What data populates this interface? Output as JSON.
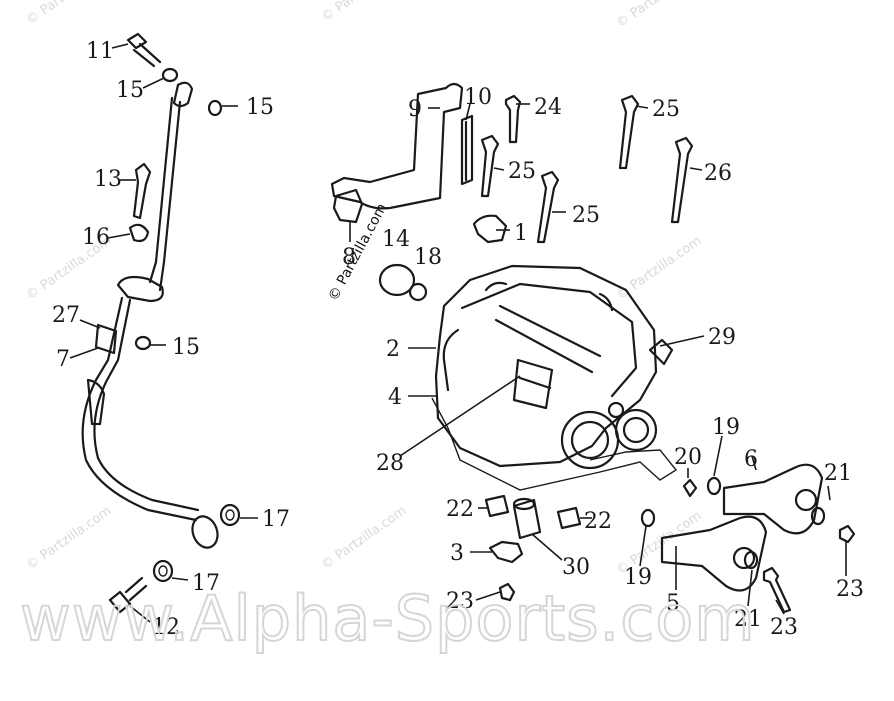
{
  "diagram": {
    "callouts": [
      "11",
      "15",
      "15",
      "13",
      "16",
      "27",
      "7",
      "15",
      "17",
      "17",
      "12",
      "9",
      "10",
      "24",
      "25",
      "25",
      "25",
      "26",
      "8",
      "14",
      "18",
      "1",
      "2",
      "29",
      "4",
      "28",
      "19",
      "20",
      "6",
      "21",
      "22",
      "22",
      "3",
      "30",
      "23",
      "19",
      "5",
      "21",
      "23",
      "23"
    ],
    "watermarks": {
      "partzilla": "© Partzilla.com",
      "brand": "www.Alpha-Sports.com"
    }
  }
}
